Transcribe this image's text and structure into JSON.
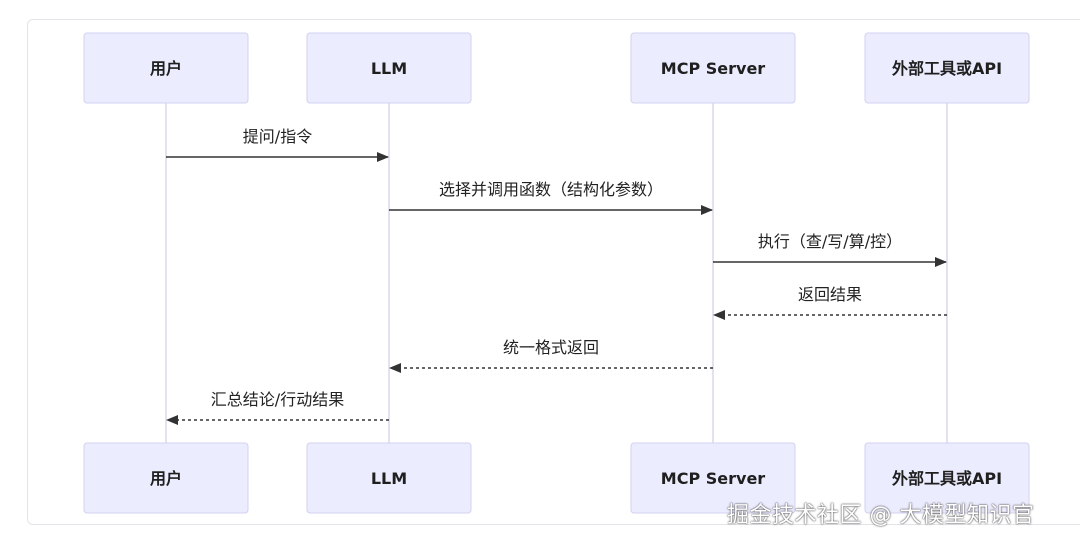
{
  "participants": [
    {
      "id": "user",
      "label": "用户"
    },
    {
      "id": "llm",
      "label": "LLM"
    },
    {
      "id": "mcp",
      "label": "MCP Server"
    },
    {
      "id": "ext",
      "label": "外部工具或API"
    }
  ],
  "messages": [
    {
      "from": "user",
      "to": "llm",
      "label": "提问/指令",
      "style": "solid"
    },
    {
      "from": "llm",
      "to": "mcp",
      "label": "选择并调用函数（结构化参数）",
      "style": "solid"
    },
    {
      "from": "mcp",
      "to": "ext",
      "label": "执行（查/写/算/控）",
      "style": "solid"
    },
    {
      "from": "ext",
      "to": "mcp",
      "label": "返回结果",
      "style": "dotted"
    },
    {
      "from": "mcp",
      "to": "llm",
      "label": "统一格式返回",
      "style": "dotted"
    },
    {
      "from": "llm",
      "to": "user",
      "label": "汇总结论/行动结果",
      "style": "dotted"
    }
  ],
  "watermark": "掘金技术社区 @ 大模型知识官",
  "colors": {
    "actor_fill": "#ececff",
    "actor_stroke": "#d2d2f0",
    "lifeline": "#cfcfe6",
    "arrow": "#333333"
  }
}
